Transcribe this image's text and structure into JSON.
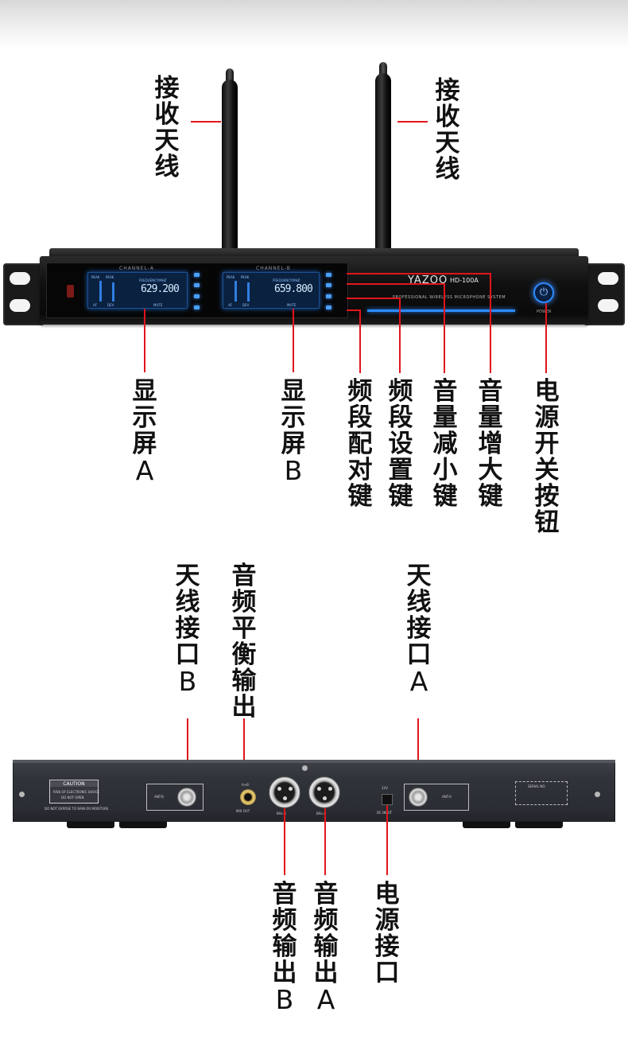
{
  "front_panel": {
    "callouts": {
      "antenna_left": "接收天线",
      "antenna_right": "接收天线",
      "display_a_cn": "显示屏",
      "display_a_letter": "A",
      "display_b_cn": "显示屏",
      "display_b_letter": "B",
      "pair_key": "频段配对键",
      "band_set_key": "频段设置键",
      "vol_down_key": "音量减小键",
      "vol_up_key": "音量增大键",
      "power_button": "电源开关按钮"
    },
    "device": {
      "channel_a": "CHANNEL-A",
      "channel_b": "CHANNEL-B",
      "freq_label": "FREQUENCY:MHZ",
      "freq_a": "629.200",
      "freq_b": "659.800",
      "peak": "PEAK",
      "af": "AF",
      "dev": "DEV",
      "mute": "MUTE",
      "brand": "YAZOO",
      "model": "HD-100A",
      "tagline": "PROFESSIONAL WIRELESS MICROPHONE SYSTEM",
      "power_text": "POWER",
      "power_symbol": "⏻"
    }
  },
  "back_panel": {
    "callouts": {
      "ant_b_port_cn": "天线接口",
      "ant_b_port_letter": "B",
      "balanced_out": "音频平衡输出",
      "ant_a_port_cn": "天线接口",
      "ant_a_port_letter": "A",
      "audio_out_b_cn": "音频输出",
      "audio_out_b_letter": "B",
      "audio_out_a_cn": "音频输出",
      "audio_out_a_letter": "A",
      "power_port": "电源接口"
    },
    "device": {
      "caution_title": "CAUTION",
      "caution_line1": "RISK OF ELECTRONIC SHOCK",
      "caution_line2": "DO NOT OPEN",
      "caution_line3": "DO NOT EXPOSE TO RAIN OR MOISTURE",
      "ant_b": "ANT-B",
      "ab": "A+B",
      "mix_out": "MIX OUT",
      "bal_b": "BAL-B",
      "bal_a": "BAL-A",
      "dc_volt": "12V",
      "dc_input": "DC INPUT",
      "ant_a": "ANT-A",
      "serial": "SERIAL NO."
    }
  },
  "colors": {
    "callout_line": "#e0151b",
    "glow_blue": "#2d8cff"
  }
}
